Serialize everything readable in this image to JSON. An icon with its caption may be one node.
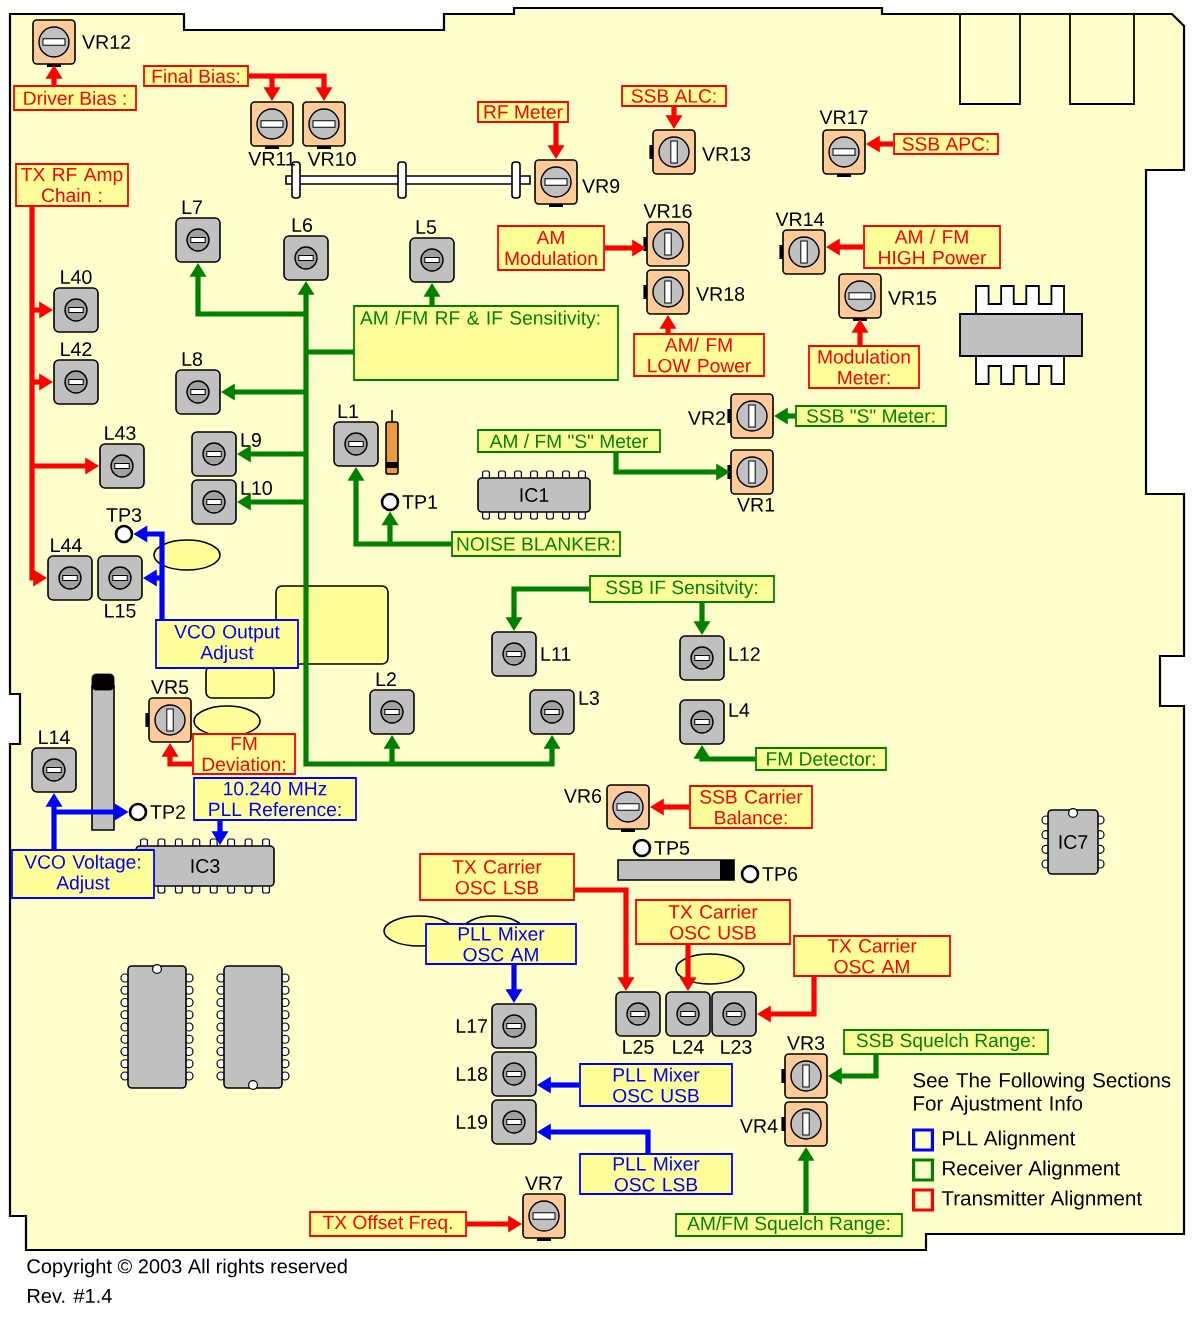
{
  "diagram": {
    "nodes": [
      {
        "text": [
          "VR12"
        ]
      },
      {
        "text": [
          "Driver Bias :"
        ]
      },
      {
        "text": [
          "Final Bias:"
        ]
      },
      {
        "text": [
          "VR11"
        ]
      },
      {
        "text": [
          "VR10"
        ]
      },
      {
        "text": [
          "RF Meter"
        ]
      },
      {
        "text": [
          "VR9"
        ]
      },
      {
        "text": [
          "SSB ALC:"
        ]
      },
      {
        "text": [
          "VR13"
        ]
      },
      {
        "text": [
          "VR17"
        ]
      },
      {
        "text": [
          "SSB APC:"
        ]
      },
      {
        "text": [
          "TX RF Amp Chain :"
        ]
      },
      {
        "text": [
          "L7"
        ]
      },
      {
        "text": [
          "L6"
        ]
      },
      {
        "text": [
          "L5"
        ]
      },
      {
        "text": [
          "AM Modulation"
        ]
      },
      {
        "text": [
          "VR16"
        ]
      },
      {
        "text": [
          "VR14"
        ]
      },
      {
        "text": [
          "AM / FM HIGH Power"
        ]
      },
      {
        "text": [
          "L40"
        ]
      },
      {
        "text": [
          "VR18"
        ]
      },
      {
        "text": [
          "VR15"
        ]
      },
      {
        "text": [
          "AM/ FM LOW Power"
        ]
      },
      {
        "text": [
          "AM /FM RF & IF Sensitivity:"
        ]
      },
      {
        "text": [
          "Modulation Meter:"
        ]
      },
      {
        "text": [
          "L42"
        ]
      },
      {
        "text": [
          "L8"
        ]
      },
      {
        "text": [
          "VR2"
        ]
      },
      {
        "text": [
          "SSB \"S\" Meter:"
        ]
      },
      {
        "text": [
          "L1"
        ]
      },
      {
        "text": [
          "AM / FM \"S\" Meter"
        ]
      },
      {
        "text": [
          "L9"
        ]
      },
      {
        "text": [
          "L43"
        ]
      },
      {
        "text": [
          "L10"
        ]
      },
      {
        "text": [
          "IC1"
        ]
      },
      {
        "text": [
          "VR1"
        ]
      },
      {
        "text": [
          "TP1"
        ]
      },
      {
        "text": [
          "TP3"
        ]
      },
      {
        "text": [
          "NOISE BLANKER:"
        ]
      },
      {
        "text": [
          "L44"
        ]
      },
      {
        "text": [
          "L15"
        ]
      },
      {
        "text": [
          "SSB IF Sensitvity:"
        ]
      },
      {
        "text": [
          "VCO Output Adjust"
        ]
      },
      {
        "text": [
          "L11"
        ]
      },
      {
        "text": [
          "L12"
        ]
      },
      {
        "text": [
          "VR5"
        ]
      },
      {
        "text": [
          "L2"
        ]
      },
      {
        "text": [
          "L3"
        ]
      },
      {
        "text": [
          "L4"
        ]
      },
      {
        "text": [
          "L14"
        ]
      },
      {
        "text": [
          "FM Deviation:"
        ]
      },
      {
        "text": [
          "FM Detector:"
        ]
      },
      {
        "text": [
          "TP2"
        ]
      },
      {
        "text": [
          "10.240 MHz PLL Reference:"
        ]
      },
      {
        "text": [
          "VR6"
        ]
      },
      {
        "text": [
          "SSB Carrier Balance:"
        ]
      },
      {
        "text": [
          "IC7"
        ]
      },
      {
        "text": [
          "VCO Voltage: Adjust"
        ]
      },
      {
        "text": [
          "IC3"
        ]
      },
      {
        "text": [
          "TP5"
        ]
      },
      {
        "text": [
          "TP6"
        ]
      },
      {
        "text": [
          "TX Carrier OSC LSB"
        ]
      },
      {
        "text": [
          "TX Carrier OSC USB"
        ]
      },
      {
        "text": [
          "PLL Mixer OSC AM"
        ]
      },
      {
        "text": [
          "TX Carrier OSC AM"
        ]
      },
      {
        "text": [
          "L17"
        ]
      },
      {
        "text": [
          "L25"
        ]
      },
      {
        "text": [
          "L24"
        ]
      },
      {
        "text": [
          "L23"
        ]
      },
      {
        "text": [
          "SSB Squelch Range:"
        ]
      },
      {
        "text": [
          "VR3"
        ]
      },
      {
        "text": [
          "L18"
        ]
      },
      {
        "text": [
          "PLL Mixer OSC USB"
        ]
      },
      {
        "text": [
          "VR4"
        ]
      },
      {
        "text": [
          "L19"
        ]
      },
      {
        "text": [
          "PLL Mixer OSC LSB"
        ]
      },
      {
        "text": [
          "VR7"
        ]
      },
      {
        "text": [
          "TX Offset Freq."
        ]
      },
      {
        "text": [
          "AM/FM Squelch Range:"
        ]
      },
      {
        "text": [],
        "shape": "picture"
      },
      {
        "text": [],
        "shape": "box"
      },
      {
        "text": [],
        "shape": "box"
      }
    ],
    "edges": [
      {
        "from": 1,
        "to": 0,
        "arrow": "to"
      },
      {
        "from": 2,
        "to": 3,
        "arrow": "to"
      },
      {
        "from": 2,
        "to": 4,
        "arrow": "to"
      },
      {
        "from": 5,
        "to": 6,
        "arrow": "to"
      },
      {
        "from": 7,
        "to": 8,
        "arrow": "to"
      },
      {
        "from": 10,
        "to": 9,
        "arrow": "to"
      },
      {
        "from": 15,
        "to": 16,
        "arrow": "to"
      },
      {
        "from": 18,
        "to": 17,
        "arrow": "to"
      },
      {
        "from": 22,
        "to": 20,
        "arrow": "to"
      },
      {
        "from": 24,
        "to": 21,
        "arrow": "to"
      },
      {
        "from": 11,
        "to": 19,
        "arrow": "to"
      },
      {
        "from": 11,
        "to": 25,
        "arrow": "to"
      },
      {
        "from": 11,
        "to": 32,
        "arrow": "to"
      },
      {
        "from": 11,
        "to": 39,
        "arrow": "to"
      },
      {
        "from": 23,
        "to": 14,
        "arrow": "to",
        "color": "#008000"
      },
      {
        "from": 23,
        "to": 13,
        "arrow": "to",
        "color": "#008000"
      },
      {
        "from": 23,
        "to": 12,
        "arrow": "to",
        "color": "#008000"
      },
      {
        "from": 23,
        "to": 26,
        "arrow": "to",
        "color": "#008000"
      },
      {
        "from": 23,
        "to": 31,
        "arrow": "to",
        "color": "#008000"
      },
      {
        "from": 23,
        "to": 33,
        "arrow": "to",
        "color": "#008000"
      },
      {
        "from": 23,
        "to": 46,
        "arrow": "to",
        "color": "#008000"
      },
      {
        "from": 23,
        "to": 47,
        "arrow": "to",
        "color": "#008000"
      },
      {
        "from": 28,
        "to": 27,
        "arrow": "to",
        "color": "#008000"
      },
      {
        "from": 30,
        "to": 35,
        "arrow": "to",
        "color": "#008000"
      },
      {
        "from": 38,
        "to": 29,
        "arrow": "to",
        "color": "#008000"
      },
      {
        "from": 38,
        "to": 36,
        "arrow": "to",
        "color": "#008000"
      },
      {
        "from": 42,
        "to": 37,
        "arrow": "to",
        "color": "#0000ff"
      },
      {
        "from": 42,
        "to": 40,
        "arrow": "to",
        "color": "#0000ff"
      },
      {
        "from": 41,
        "to": 44,
        "arrow": "to",
        "color": "#008000"
      },
      {
        "from": 41,
        "to": 43,
        "arrow": "to",
        "color": "#008000"
      },
      {
        "from": 50,
        "to": 45,
        "arrow": "to"
      },
      {
        "from": 51,
        "to": 48,
        "arrow": "to",
        "color": "#008000"
      },
      {
        "from": 53,
        "to": 58,
        "arrow": "to",
        "color": "#0000ff"
      },
      {
        "from": 57,
        "to": 49,
        "arrow": "to",
        "color": "#0000ff"
      },
      {
        "from": 57,
        "to": 52,
        "arrow": "to",
        "color": "#0000ff"
      },
      {
        "from": 55,
        "to": 54,
        "arrow": "to"
      },
      {
        "from": 61,
        "to": 66,
        "arrow": "to"
      },
      {
        "from": 62,
        "to": 67,
        "arrow": "to"
      },
      {
        "from": 64,
        "to": 68,
        "arrow": "to"
      },
      {
        "from": 63,
        "to": 65,
        "arrow": "to",
        "color": "#0000ff"
      },
      {
        "from": 72,
        "to": 71,
        "arrow": "to",
        "color": "#0000ff"
      },
      {
        "from": 75,
        "to": 74,
        "arrow": "to",
        "color": "#0000ff"
      },
      {
        "from": 69,
        "to": 70,
        "arrow": "to",
        "color": "#008000"
      },
      {
        "from": 78,
        "to": 73,
        "arrow": "to",
        "color": "#008000"
      },
      {
        "from": 77,
        "to": 76,
        "arrow": "to"
      }
    ],
    "labels": [
      "See The Following Sections For Ajustment Info",
      "Copyright © 2003 All rights reserved",
      "Rev. #1.4"
    ],
    "legend": [
      {
        "text": "PLL Alignment",
        "color": "#0000ff"
      },
      {
        "text": "Receiver Alignment",
        "color": "#008000"
      },
      {
        "text": "Transmitter Alignment",
        "color": "#ff0000"
      }
    ]
  }
}
